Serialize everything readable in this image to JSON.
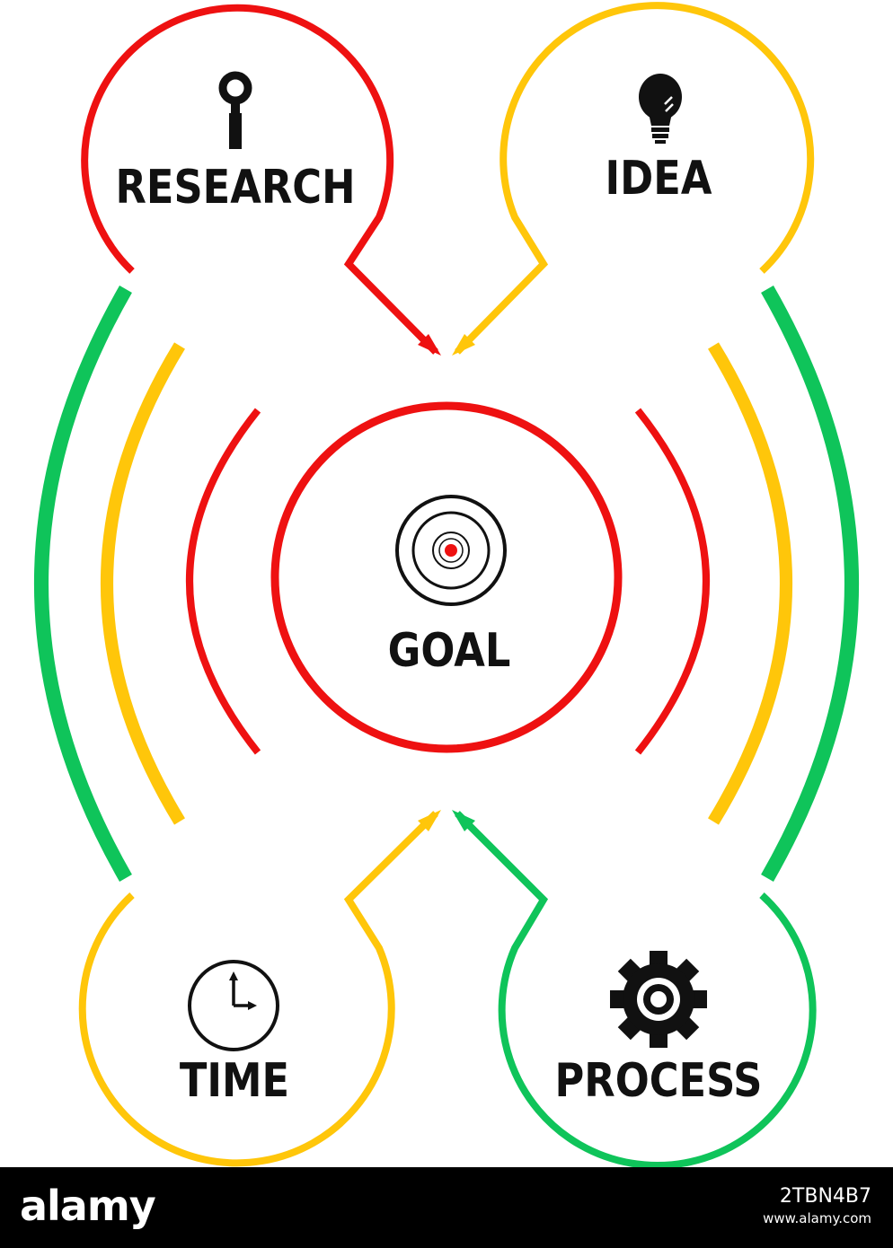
{
  "colors": {
    "red": "#ee1111",
    "yellow": "#ffc60a",
    "green": "#0fc45a",
    "ink": "#111111",
    "footer_bg": "#000000",
    "footer_text": "#ffffff"
  },
  "nodes": {
    "research": {
      "label": "RESEARCH",
      "icon": "magnifier-icon"
    },
    "idea": {
      "label": "IDEA",
      "icon": "lightbulb-icon"
    },
    "goal": {
      "label": "GOAL",
      "icon": "target-icon"
    },
    "time": {
      "label": "TIME",
      "icon": "clock-icon"
    },
    "process": {
      "label": "PROCESS",
      "icon": "gear-icon"
    }
  },
  "footer": {
    "logo": "alamy",
    "image_id": "2TBN4B7",
    "url": "www.alamy.com"
  }
}
